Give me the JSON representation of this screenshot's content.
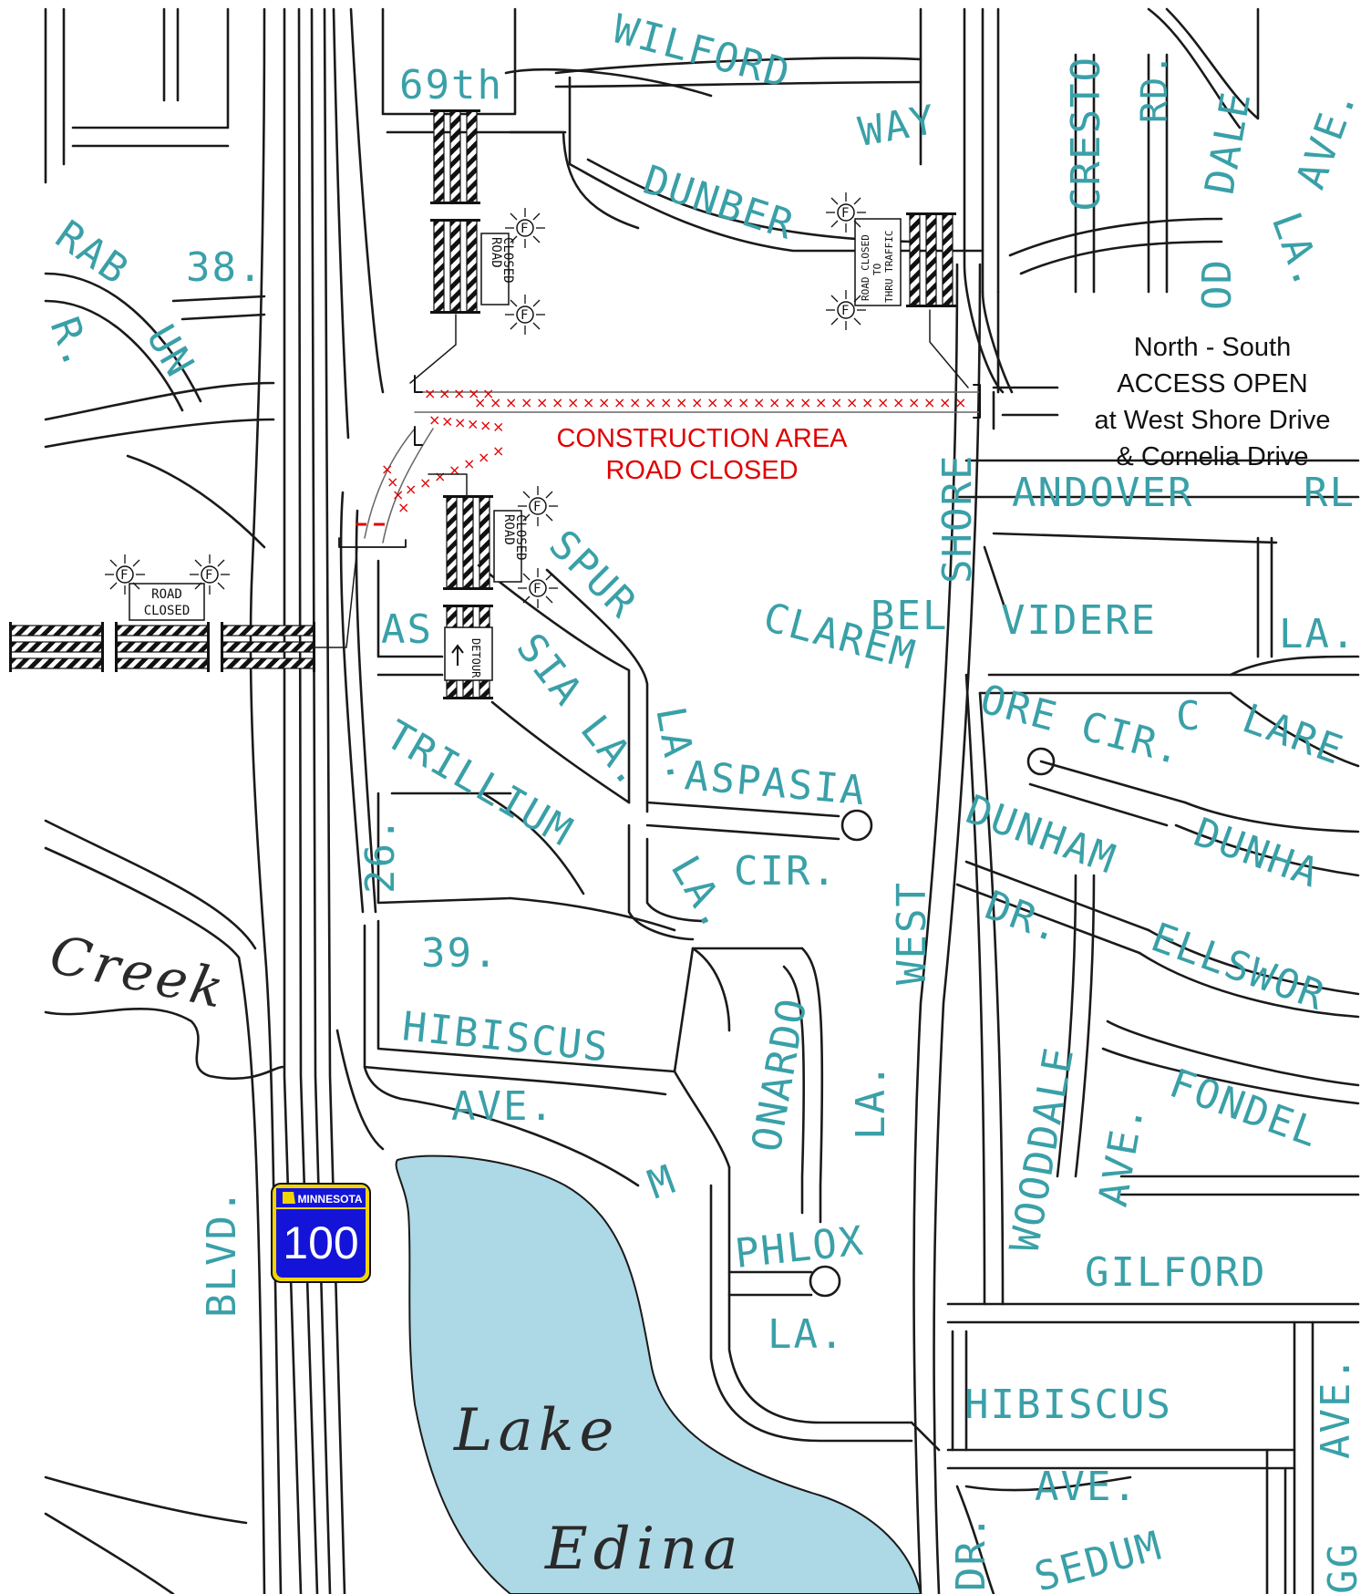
{
  "streets": {
    "s_69th": "69th",
    "s_wilford": "WILFORD",
    "s_way": "WAY",
    "s_dunber": "DUNBER",
    "s_crest": "CRESTO",
    "s_rd": "RD.",
    "s_dale": "DALE",
    "s_ave_ne": "AVE.",
    "s_la_ne": "LA.",
    "s_od": "OD",
    "s_rab": "RAB",
    "s_un": "UN",
    "s_38": "38.",
    "s_r": "R.",
    "s_spur": "SPUR",
    "s_bel": "BEL",
    "s_videre": "VIDERE",
    "s_la_bel": "LA.",
    "s_clarem": "CLAREM",
    "s_as": "AS",
    "s_sia_la": "SIA LA.",
    "s_la_spur": "LA.",
    "s_aspasia": "ASPASIA",
    "s_ore_cir": "ORE CIR.",
    "s_c": "C",
    "s_lare": "LARE",
    "s_trillium": "TRILLIUM",
    "s_26": "26.",
    "s_cir": "CIR.",
    "s_la_cir": "LA.",
    "s_dunham1": "DUNHAM",
    "s_dunham2": "DUNHA",
    "s_dr": "DR.",
    "s_ellswor": "ELLSWOR",
    "s_39": "39.",
    "s_west": "WEST",
    "s_shore": "SHORE",
    "s_andover": "ANDOVER",
    "s_rl": "RL",
    "s_hibiscus1": "HIBISCUS",
    "s_ave1": "AVE.",
    "s_m": "M",
    "s_onardo": "ONARDO",
    "s_la_mon": "LA.",
    "s_wooddale": "WOODDALE",
    "s_ave_w": "AVE.",
    "s_fondel": "FONDEL",
    "s_gilford": "GILFORD",
    "s_phlox": "PHLOX",
    "s_la_phlox": "LA.",
    "s_blvd": "BLVD.",
    "s_hibiscus2": "HIBISCUS",
    "s_ave2": "AVE.",
    "s_ave_se": "AVE.",
    "s_sedum": "SEDUM",
    "s_dr_s": "DR.",
    "s_gg": "GG"
  },
  "water": {
    "creek": "Creek",
    "lake": "Lake",
    "edina": "Edina"
  },
  "construction": {
    "line1": "CONSTRUCTION AREA",
    "line2": "ROAD CLOSED"
  },
  "access": {
    "line1": "North - South",
    "line2": "ACCESS OPEN",
    "line3": "at West Shore Drive",
    "line4": "& Cornelia Drive"
  },
  "signs": {
    "road_closed_top": [
      "ROAD",
      "CLOSED"
    ],
    "road_closed_mid": [
      "ROAD",
      "CLOSED"
    ],
    "road_closed_west": [
      "ROAD",
      "CLOSED"
    ],
    "thru": [
      "ROAD CLOSED",
      "TO",
      "THRU TRAFFIC"
    ],
    "detour": "DETOUR",
    "flasher": "F"
  },
  "shield": {
    "state": "MINNESOTA",
    "number": "100"
  },
  "colors": {
    "street_label": "#3aa0a8",
    "water": "#add8e6",
    "construction": "#e00000",
    "shield_blue": "#1414d8",
    "shield_yellow": "#f2d400"
  }
}
